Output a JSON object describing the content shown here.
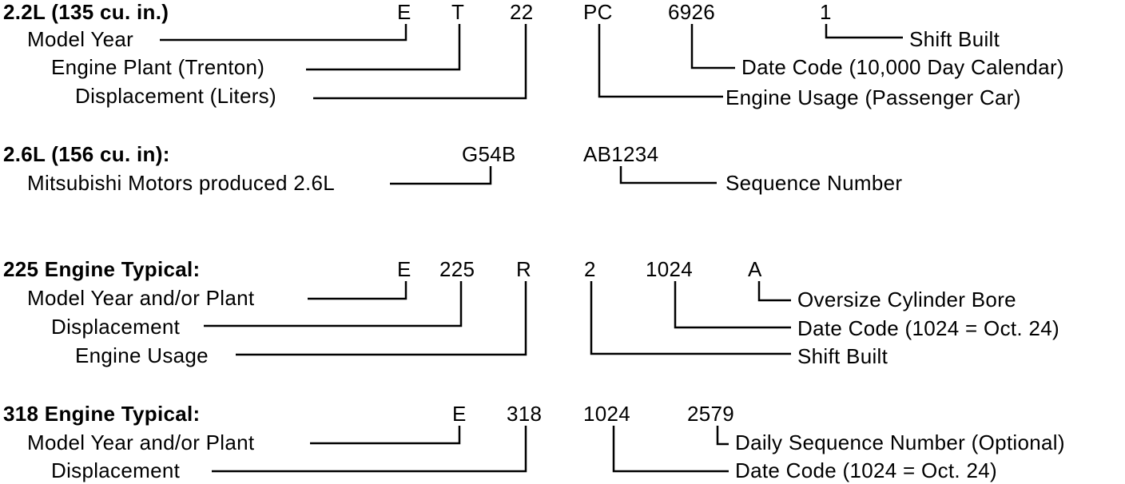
{
  "line_color": "#000000",
  "sections": [
    {
      "title": "2.2L (135 cu. in.)",
      "codes": [
        "E",
        "T",
        "22",
        "PC",
        "6926",
        "1"
      ],
      "left_labels": [
        "Model Year",
        "Engine Plant (Trenton)",
        "Displacement (Liters)"
      ],
      "right_labels": [
        "Shift Built",
        "Date Code (10,000 Day Calendar)",
        "Engine Usage (Passenger Car)"
      ]
    },
    {
      "title": "2.6L (156 cu. in):",
      "codes": [
        "G54B",
        "AB1234"
      ],
      "left_labels": [
        "Mitsubishi Motors produced 2.6L"
      ],
      "right_labels": [
        "Sequence Number"
      ]
    },
    {
      "title": "225 Engine Typical:",
      "codes": [
        "E",
        "225",
        "R",
        "2",
        "1024",
        "A"
      ],
      "left_labels": [
        "Model Year and/or Plant",
        "Displacement",
        "Engine Usage"
      ],
      "right_labels": [
        "Oversize Cylinder Bore",
        "Date Code (1024 = Oct. 24)",
        "Shift Built"
      ]
    },
    {
      "title": "318 Engine Typical:",
      "codes": [
        "E",
        "318",
        "1024",
        "2579"
      ],
      "left_labels": [
        "Model Year and/or Plant",
        "Displacement"
      ],
      "right_labels": [
        "Daily Sequence Number (Optional)",
        "Date Code (1024 = Oct. 24)"
      ]
    }
  ]
}
